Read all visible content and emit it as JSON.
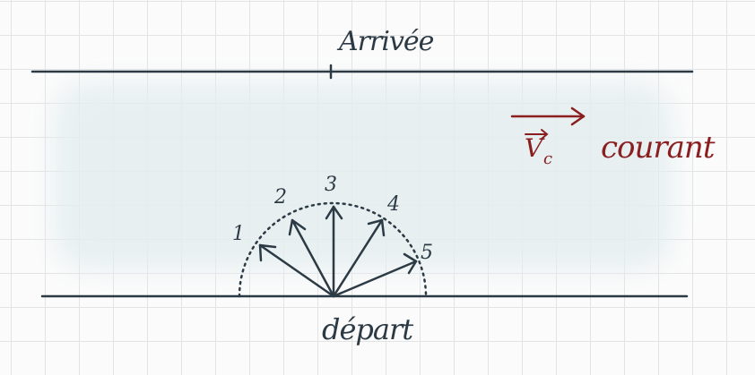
{
  "labels": {
    "arrival": "Arrivée",
    "departure": "départ",
    "current_symbol": "V",
    "current_subscript": "c",
    "current_word": "courant"
  },
  "vectors": [
    {
      "label": "1"
    },
    {
      "label": "2"
    },
    {
      "label": "3"
    },
    {
      "label": "4"
    },
    {
      "label": "5"
    }
  ],
  "colors": {
    "ink": "#2b3a44",
    "current": "#8a1f1f",
    "water": "#e4eef0"
  }
}
